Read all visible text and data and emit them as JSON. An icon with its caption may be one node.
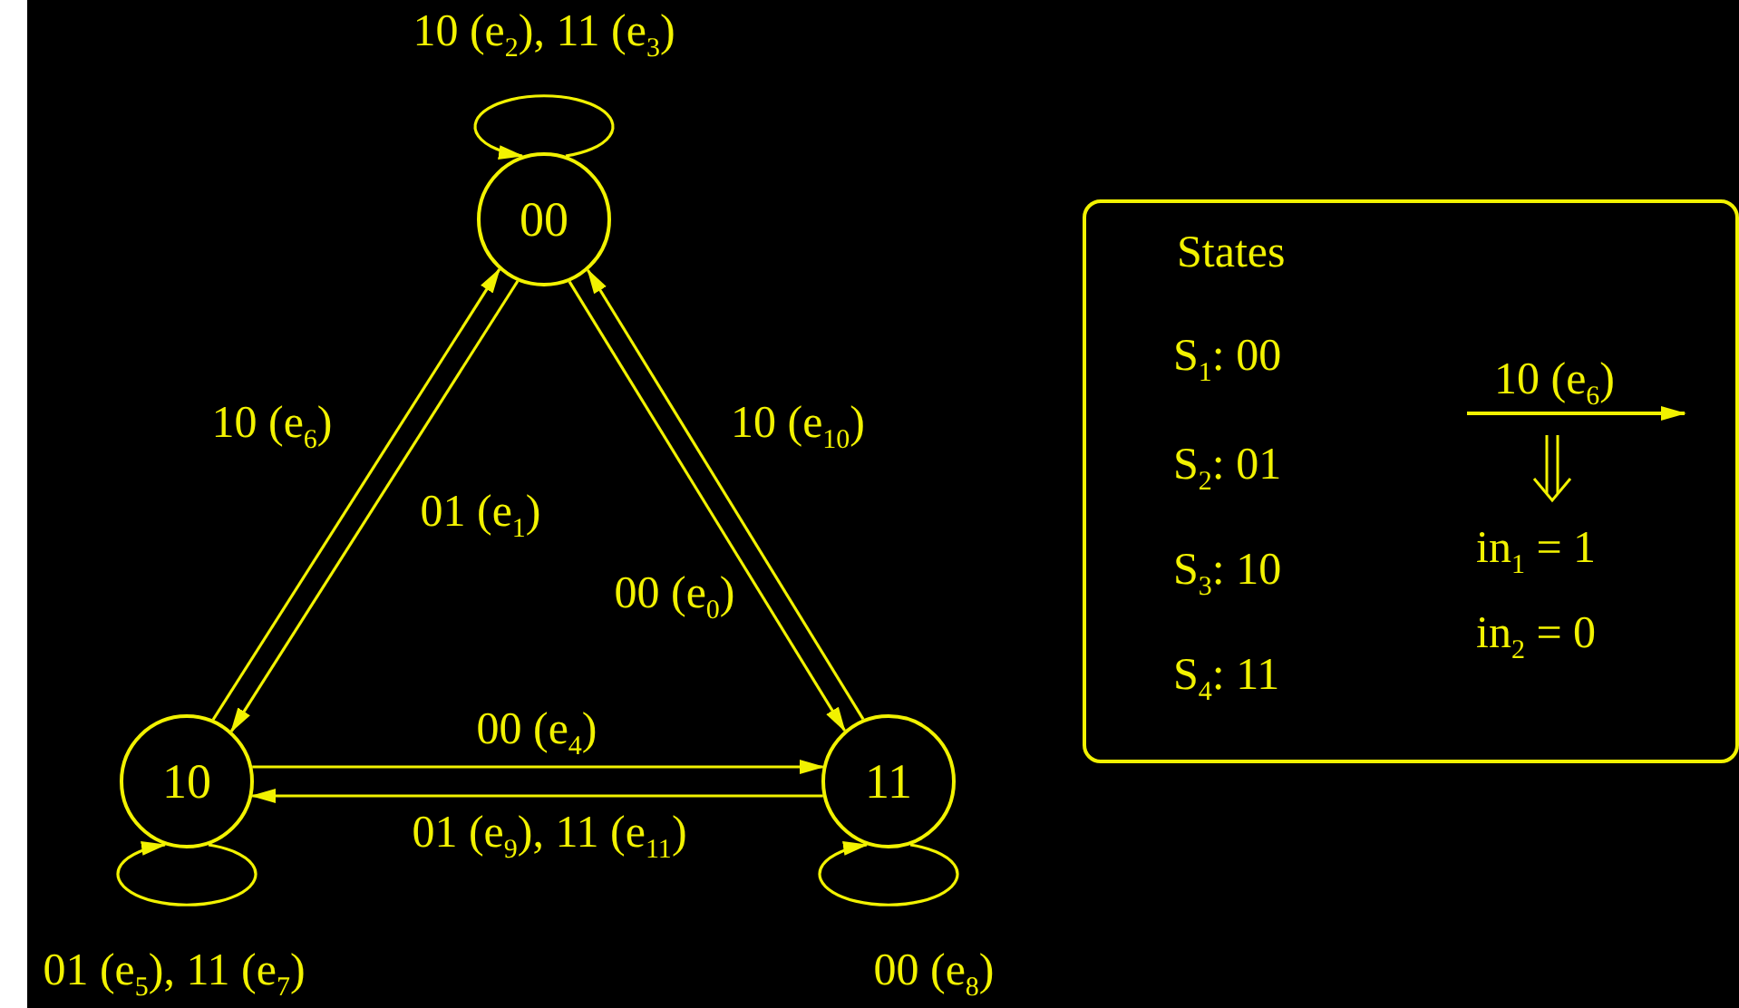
{
  "diagram": {
    "nodes": [
      {
        "text": [
          "00"
        ]
      },
      {
        "text": [
          "10"
        ]
      },
      {
        "text": [
          "11"
        ]
      },
      {
        "text": [
          "States",
          "S$_{1}$: 00",
          "S$_{2}$: 01",
          "S$_{3}$: 10",
          "S$_{4}$: 11",
          "10 (e$_{6}$)",
          "in$_{1}$ = 1",
          "in$_{2}$ = 0"
        ]
      }
    ],
    "edges": [
      {
        "from": 0,
        "to": 0,
        "arrow": "to",
        "label": "10 (e$_{2}$), 11 (e$_{3}$)"
      },
      {
        "from": 1,
        "to": 0,
        "arrow": "to",
        "label": "10 (e$_{6}$)"
      },
      {
        "from": 0,
        "to": 1,
        "arrow": "to",
        "label": "01 (e$_{1}$)"
      },
      {
        "from": 2,
        "to": 0,
        "arrow": "to",
        "label": "10 (e$_{10}$)"
      },
      {
        "from": 0,
        "to": 2,
        "arrow": "to",
        "label": "00 (e$_{0}$)"
      },
      {
        "from": 1,
        "to": 2,
        "arrow": "to",
        "label": "00 (e$_{4}$)"
      },
      {
        "from": 2,
        "to": 1,
        "arrow": "to",
        "label": "01 (e$_{9}$), 11 (e$_{11}$)"
      },
      {
        "from": 1,
        "to": 1,
        "arrow": "to",
        "label": "01 (e$_{5}$), 11 (e$_{7}$)"
      },
      {
        "from": 2,
        "to": 2,
        "arrow": "to",
        "label": "00 (e$_{8}$)"
      }
    ]
  }
}
